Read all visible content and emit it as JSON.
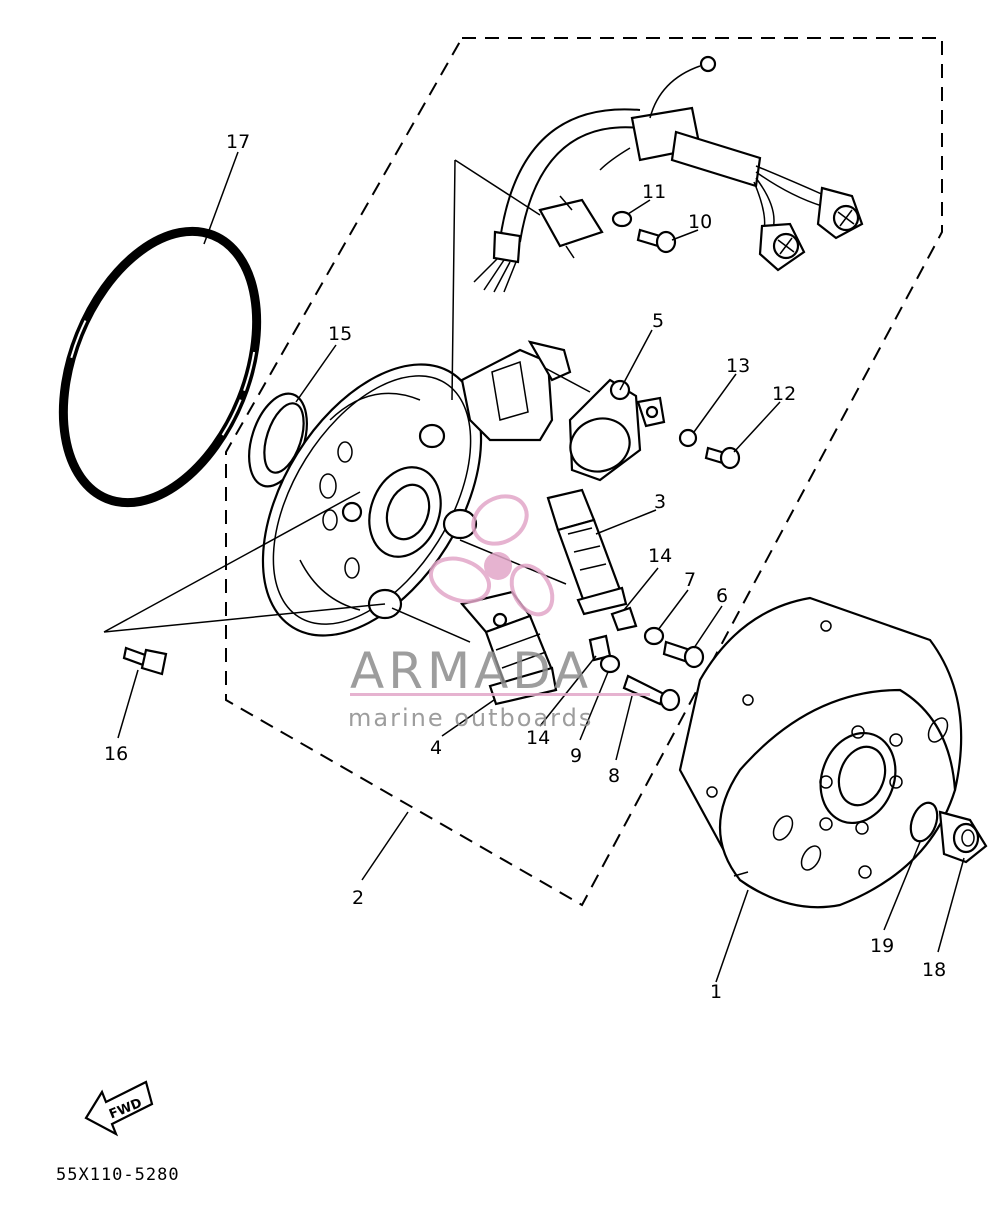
{
  "callouts": {
    "c1": "1",
    "c2": "2",
    "c3": "3",
    "c4": "4",
    "c5": "5",
    "c6": "6",
    "c7": "7",
    "c8": "8",
    "c9": "9",
    "c10": "10",
    "c11": "11",
    "c12": "12",
    "c13": "13",
    "c14a": "14",
    "c14b": "14",
    "c15": "15",
    "c16": "16",
    "c17": "17",
    "c18": "18",
    "c19": "19"
  },
  "fwd_label": "FWD",
  "drawing_code": "55X110-5280",
  "watermark": {
    "brand": "ARMADA",
    "tagline": "marine outboards",
    "color": "#e2a6c8"
  }
}
